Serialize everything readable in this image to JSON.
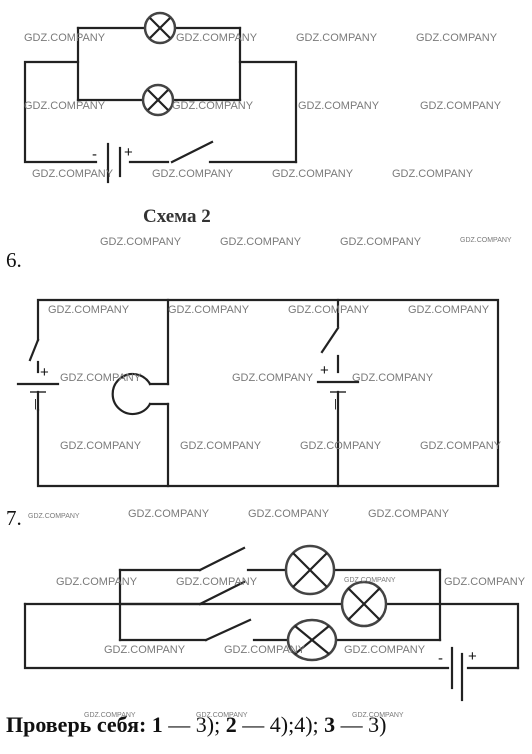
{
  "watermark": "GDZ.COMPANY",
  "diagram2": {
    "caption": "Схема 2",
    "minus": "-",
    "plus": "+"
  },
  "diagram6": {
    "number": "6.",
    "plus_left": "+",
    "minus_left": "|",
    "plus_right": "+",
    "minus_right": "|"
  },
  "diagram7": {
    "number": "7.",
    "minus": "-",
    "plus": "+"
  },
  "answer": {
    "label": "Проверь себя:",
    "n1": "1",
    "a1": "— 3);",
    "n2": "2",
    "a2": "— 4);4);",
    "n3": "3",
    "a3": "— 3)"
  }
}
